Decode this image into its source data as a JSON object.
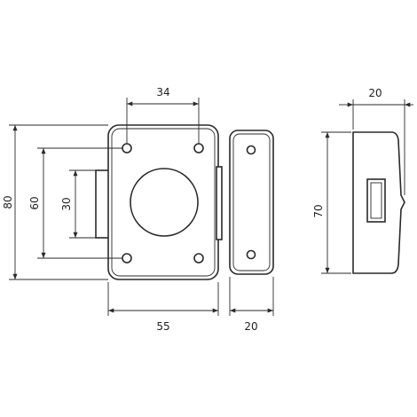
{
  "colors": {
    "line": "#2a2a2a",
    "text": "#222222",
    "background": "#ffffff"
  },
  "dimensions": {
    "top_hole_spacing": "34",
    "outer_height": "80",
    "hole_vertical_spacing": "60",
    "bolt_height": "30",
    "body_width": "55",
    "keeper_width": "20",
    "side_height": "70",
    "side_depth": "20"
  }
}
